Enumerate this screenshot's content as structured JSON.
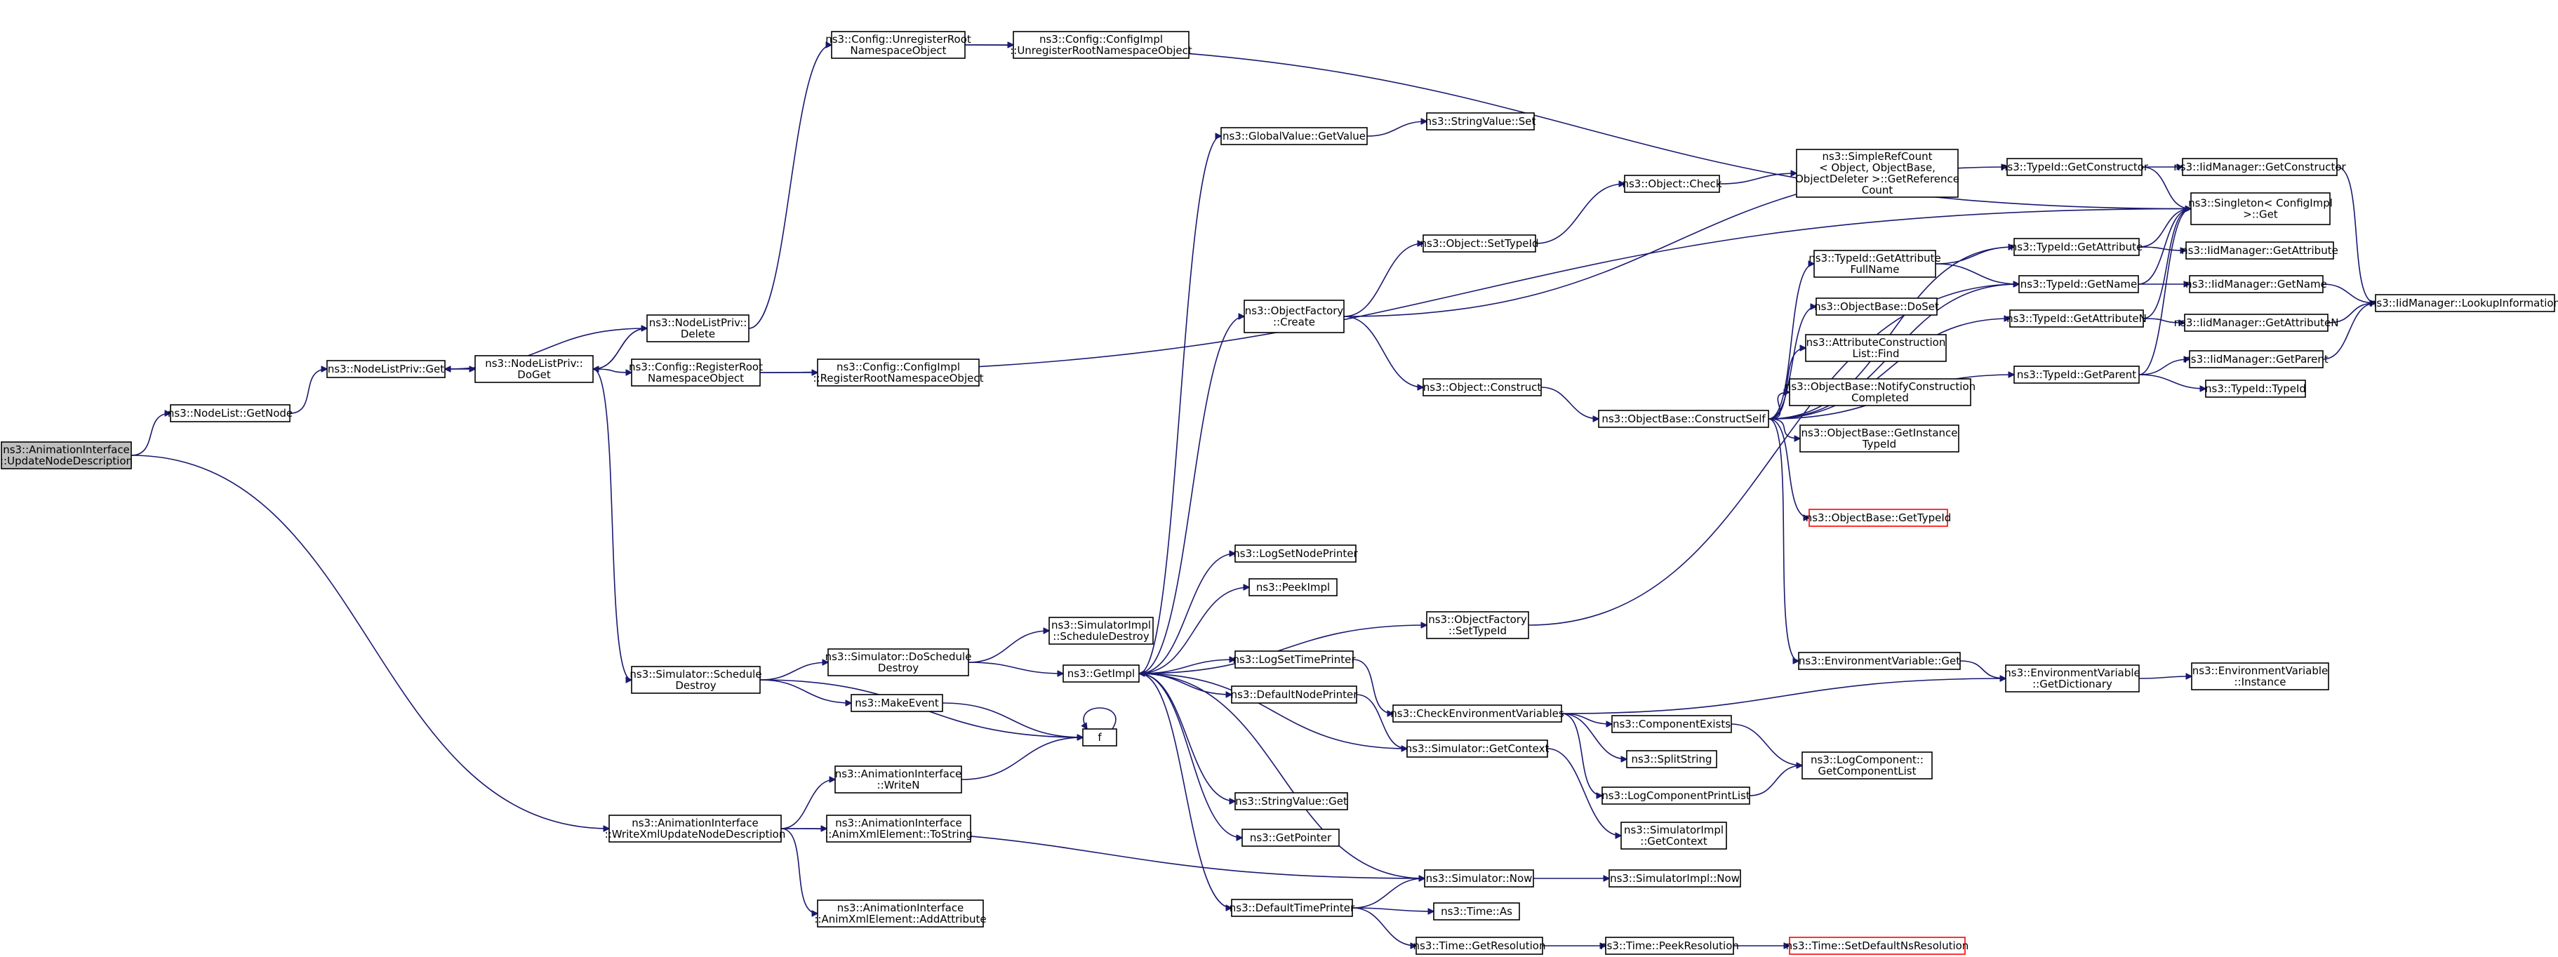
{
  "colors": {
    "edge": "#191970",
    "node_border": "#000000",
    "root_fill": "#bfbfbf",
    "truncated_border": "#ff0000",
    "background": "#ffffff"
  },
  "nodes": [
    {
      "id": "root",
      "label": [
        "ns3::AnimationInterface",
        "::UpdateNodeDescription"
      ],
      "kind": "root"
    },
    {
      "id": "nl_getnode",
      "label": [
        "ns3::NodeList::GetNode"
      ]
    },
    {
      "id": "nlp_get",
      "label": [
        "ns3::NodeListPriv::Get"
      ]
    },
    {
      "id": "nlp_doget",
      "label": [
        "ns3::NodeListPriv::",
        "DoGet"
      ]
    },
    {
      "id": "nlp_delete",
      "label": [
        "ns3::NodeListPriv::",
        "Delete"
      ]
    },
    {
      "id": "cfg_unreg",
      "label": [
        "ns3::Config::UnregisterRoot",
        "NamespaceObject"
      ]
    },
    {
      "id": "cfgimpl_unreg",
      "label": [
        "ns3::Config::ConfigImpl",
        "::UnregisterRootNamespaceObject"
      ]
    },
    {
      "id": "cfg_reg",
      "label": [
        "ns3::Config::RegisterRoot",
        "NamespaceObject"
      ]
    },
    {
      "id": "cfgimpl_reg",
      "label": [
        "ns3::Config::ConfigImpl",
        "::RegisterRootNamespaceObject"
      ]
    },
    {
      "id": "sim_schdestroy",
      "label": [
        "ns3::Simulator::Schedule",
        "Destroy"
      ]
    },
    {
      "id": "sim_doschdestroy",
      "label": [
        "ns3::Simulator::DoSchedule",
        "Destroy"
      ]
    },
    {
      "id": "simimpl_schdestroy",
      "label": [
        "ns3::SimulatorImpl",
        "::ScheduleDestroy"
      ]
    },
    {
      "id": "getimpl",
      "label": [
        "ns3::GetImpl"
      ]
    },
    {
      "id": "makeevent",
      "label": [
        "ns3::MakeEvent"
      ]
    },
    {
      "id": "f",
      "label": [
        "f"
      ]
    },
    {
      "id": "ai_writen",
      "label": [
        "ns3::AnimationInterface",
        "::WriteN"
      ]
    },
    {
      "id": "ai_writexml",
      "label": [
        "ns3::AnimationInterface",
        "::WriteXmlUpdateNodeDescription"
      ]
    },
    {
      "id": "ai_tostring",
      "label": [
        "ns3::AnimationInterface",
        "::AnimXmlElement::ToString"
      ]
    },
    {
      "id": "ai_addattr",
      "label": [
        "ns3::AnimationInterface",
        "::AnimXmlElement::AddAttribute"
      ]
    },
    {
      "id": "gv_getvalue",
      "label": [
        "ns3::GlobalValue::GetValue"
      ]
    },
    {
      "id": "sv_set",
      "label": [
        "ns3::StringValue::Set"
      ]
    },
    {
      "id": "of_create",
      "label": [
        "ns3::ObjectFactory",
        "::Create"
      ]
    },
    {
      "id": "obj_settypeid",
      "label": [
        "ns3::Object::SetTypeId"
      ]
    },
    {
      "id": "obj_check",
      "label": [
        "ns3::Object::Check"
      ]
    },
    {
      "id": "srefcount",
      "label": [
        "ns3::SimpleRefCount",
        "< Object, ObjectBase,",
        "ObjectDeleter >::GetReference",
        "Count"
      ]
    },
    {
      "id": "obj_construct",
      "label": [
        "ns3::Object::Construct"
      ]
    },
    {
      "id": "ob_constructself",
      "label": [
        "ns3::ObjectBase::ConstructSelf"
      ]
    },
    {
      "id": "tid_getattrfullname",
      "label": [
        "ns3::TypeId::GetAttribute",
        "FullName"
      ]
    },
    {
      "id": "ob_doset",
      "label": [
        "ns3::ObjectBase::DoSet"
      ]
    },
    {
      "id": "acl_find",
      "label": [
        "ns3::AttributeConstruction",
        "List::Find"
      ]
    },
    {
      "id": "ob_notify",
      "label": [
        "ns3::ObjectBase::NotifyConstruction",
        "Completed"
      ]
    },
    {
      "id": "ob_getinstancetid",
      "label": [
        "ns3::ObjectBase::GetInstance",
        "TypeId"
      ]
    },
    {
      "id": "ob_gettypeid",
      "label": [
        "ns3::ObjectBase::GetTypeId"
      ],
      "kind": "trunc"
    },
    {
      "id": "ev_get",
      "label": [
        "ns3::EnvironmentVariable::Get"
      ]
    },
    {
      "id": "tid_getconstructor",
      "label": [
        "ns3::TypeId::GetConstructor"
      ]
    },
    {
      "id": "tid_getattribute",
      "label": [
        "ns3::TypeId::GetAttribute"
      ]
    },
    {
      "id": "tid_getname",
      "label": [
        "ns3::TypeId::GetName"
      ]
    },
    {
      "id": "tid_getattributen",
      "label": [
        "ns3::TypeId::GetAttributeN"
      ]
    },
    {
      "id": "tid_getparent",
      "label": [
        "ns3::TypeId::GetParent"
      ]
    },
    {
      "id": "singleton",
      "label": [
        "ns3::Singleton< ConfigImpl",
        " >::Get"
      ]
    },
    {
      "id": "iid_getconstructor",
      "label": [
        "ns3::IidManager::GetConstructor"
      ]
    },
    {
      "id": "iid_getattribute",
      "label": [
        "ns3::IidManager::GetAttribute"
      ]
    },
    {
      "id": "iid_getname",
      "label": [
        "ns3::IidManager::GetName"
      ]
    },
    {
      "id": "iid_getattributen",
      "label": [
        "ns3::IidManager::GetAttributeN"
      ]
    },
    {
      "id": "iid_getparent",
      "label": [
        "ns3::IidManager::GetParent"
      ]
    },
    {
      "id": "tid_typeid",
      "label": [
        "ns3::TypeId::TypeId"
      ]
    },
    {
      "id": "iid_lookup",
      "label": [
        "ns3::IidManager::LookupInformation"
      ]
    },
    {
      "id": "logsetnodeprinter",
      "label": [
        "ns3::LogSetNodePrinter"
      ]
    },
    {
      "id": "peekimpl",
      "label": [
        "ns3::PeekImpl"
      ]
    },
    {
      "id": "of_settypeid",
      "label": [
        "ns3::ObjectFactory",
        "::SetTypeId"
      ]
    },
    {
      "id": "logsettimeprinter",
      "label": [
        "ns3::LogSetTimePrinter"
      ]
    },
    {
      "id": "defaultnodeprinter",
      "label": [
        "ns3::DefaultNodePrinter"
      ]
    },
    {
      "id": "checkenv",
      "label": [
        "ns3::CheckEnvironmentVariables"
      ]
    },
    {
      "id": "sim_getcontext",
      "label": [
        "ns3::Simulator::GetContext"
      ]
    },
    {
      "id": "ev_getdict",
      "label": [
        "ns3::EnvironmentVariable",
        "::GetDictionary"
      ]
    },
    {
      "id": "ev_instance",
      "label": [
        "ns3::EnvironmentVariable",
        "::Instance"
      ]
    },
    {
      "id": "componentexists",
      "label": [
        "ns3::ComponentExists"
      ]
    },
    {
      "id": "splitstring",
      "label": [
        "ns3::SplitString"
      ]
    },
    {
      "id": "logcomp_getlist",
      "label": [
        "ns3::LogComponent::",
        "GetComponentList"
      ]
    },
    {
      "id": "logcompprintlist",
      "label": [
        "ns3::LogComponentPrintList"
      ]
    },
    {
      "id": "simimpl_getcontext",
      "label": [
        "ns3::SimulatorImpl",
        "::GetContext"
      ]
    },
    {
      "id": "sv_get",
      "label": [
        "ns3::StringValue::Get"
      ]
    },
    {
      "id": "getpointer",
      "label": [
        "ns3::GetPointer"
      ]
    },
    {
      "id": "sim_now",
      "label": [
        "ns3::Simulator::Now"
      ]
    },
    {
      "id": "simimpl_now",
      "label": [
        "ns3::SimulatorImpl::Now"
      ]
    },
    {
      "id": "defaulttimeprinter",
      "label": [
        "ns3::DefaultTimePrinter"
      ]
    },
    {
      "id": "time_as",
      "label": [
        "ns3::Time::As"
      ]
    },
    {
      "id": "time_getres",
      "label": [
        "ns3::Time::GetResolution"
      ]
    },
    {
      "id": "time_peekres",
      "label": [
        "ns3::Time::PeekResolution"
      ]
    },
    {
      "id": "time_setdefault",
      "label": [
        "ns3::Time::SetDefaultNsResolution"
      ],
      "kind": "trunc"
    }
  ],
  "edges": [
    [
      "root",
      "nl_getnode"
    ],
    [
      "root",
      "ai_writexml"
    ],
    [
      "nl_getnode",
      "nlp_get"
    ],
    [
      "nlp_get",
      "nlp_doget"
    ],
    [
      "nlp_doget",
      "nlp_delete"
    ],
    [
      "nlp_doget",
      "cfg_reg"
    ],
    [
      "nlp_doget",
      "sim_schdestroy"
    ],
    [
      "nlp_delete",
      "nlp_get"
    ],
    [
      "nlp_delete",
      "nlp_doget"
    ],
    [
      "nlp_delete",
      "cfg_unreg"
    ],
    [
      "cfg_unreg",
      "cfgimpl_unreg"
    ],
    [
      "cfg_unreg",
      "singleton"
    ],
    [
      "cfg_reg",
      "cfgimpl_reg"
    ],
    [
      "cfg_reg",
      "singleton"
    ],
    [
      "sim_schdestroy",
      "sim_doschdestroy"
    ],
    [
      "sim_schdestroy",
      "makeevent"
    ],
    [
      "sim_schdestroy",
      "f"
    ],
    [
      "sim_doschdestroy",
      "simimpl_schdestroy"
    ],
    [
      "sim_doschdestroy",
      "getimpl"
    ],
    [
      "makeevent",
      "f"
    ],
    [
      "f",
      "f"
    ],
    [
      "ai_writen",
      "f"
    ],
    [
      "ai_writexml",
      "ai_writen"
    ],
    [
      "ai_writexml",
      "ai_tostring"
    ],
    [
      "ai_writexml",
      "ai_addattr"
    ],
    [
      "ai_writexml",
      "sim_now"
    ],
    [
      "getimpl",
      "gv_getvalue"
    ],
    [
      "getimpl",
      "of_create"
    ],
    [
      "getimpl",
      "logsetnodeprinter"
    ],
    [
      "getimpl",
      "peekimpl"
    ],
    [
      "getimpl",
      "of_settypeid"
    ],
    [
      "getimpl",
      "logsettimeprinter"
    ],
    [
      "getimpl",
      "defaultnodeprinter"
    ],
    [
      "getimpl",
      "sv_get"
    ],
    [
      "getimpl",
      "getpointer"
    ],
    [
      "getimpl",
      "defaulttimeprinter"
    ],
    [
      "gv_getvalue",
      "sv_set"
    ],
    [
      "of_create",
      "obj_settypeid"
    ],
    [
      "of_create",
      "obj_construct"
    ],
    [
      "of_create",
      "tid_getconstructor"
    ],
    [
      "obj_settypeid",
      "obj_check"
    ],
    [
      "obj_check",
      "srefcount"
    ],
    [
      "obj_construct",
      "ob_constructself"
    ],
    [
      "ob_constructself",
      "tid_getattrfullname"
    ],
    [
      "ob_constructself",
      "ob_doset"
    ],
    [
      "ob_constructself",
      "acl_find"
    ],
    [
      "ob_constructself",
      "ob_notify"
    ],
    [
      "ob_constructself",
      "ob_getinstancetid"
    ],
    [
      "ob_constructself",
      "ob_gettypeid"
    ],
    [
      "ob_constructself",
      "ev_get"
    ],
    [
      "ob_constructself",
      "tid_getattribute"
    ],
    [
      "ob_constructself",
      "tid_getname"
    ],
    [
      "ob_constructself",
      "tid_getattributen"
    ],
    [
      "ob_constructself",
      "tid_getparent"
    ],
    [
      "tid_getattrfullname",
      "tid_getattribute"
    ],
    [
      "tid_getattrfullname",
      "tid_getname"
    ],
    [
      "ev_get",
      "ev_getdict"
    ],
    [
      "tid_getconstructor",
      "singleton"
    ],
    [
      "tid_getconstructor",
      "iid_getconstructor"
    ],
    [
      "tid_getattribute",
      "singleton"
    ],
    [
      "tid_getattribute",
      "iid_getattribute"
    ],
    [
      "tid_getname",
      "singleton"
    ],
    [
      "tid_getname",
      "iid_getname"
    ],
    [
      "tid_getattributen",
      "singleton"
    ],
    [
      "tid_getattributen",
      "iid_getattributen"
    ],
    [
      "tid_getparent",
      "singleton"
    ],
    [
      "tid_getparent",
      "iid_getparent"
    ],
    [
      "tid_getparent",
      "tid_typeid"
    ],
    [
      "iid_getconstructor",
      "iid_lookup"
    ],
    [
      "iid_getname",
      "iid_lookup"
    ],
    [
      "iid_getattributen",
      "iid_lookup"
    ],
    [
      "iid_getparent",
      "iid_lookup"
    ],
    [
      "of_settypeid",
      "tid_getname"
    ],
    [
      "logsettimeprinter",
      "checkenv"
    ],
    [
      "defaultnodeprinter",
      "sim_getcontext"
    ],
    [
      "checkenv",
      "ev_getdict"
    ],
    [
      "checkenv",
      "componentexists"
    ],
    [
      "checkenv",
      "splitstring"
    ],
    [
      "checkenv",
      "logcompprintlist"
    ],
    [
      "sim_getcontext",
      "getimpl"
    ],
    [
      "sim_getcontext",
      "simimpl_getcontext"
    ],
    [
      "ev_getdict",
      "ev_instance"
    ],
    [
      "componentexists",
      "logcomp_getlist"
    ],
    [
      "logcompprintlist",
      "logcomp_getlist"
    ],
    [
      "sim_now",
      "getimpl"
    ],
    [
      "sim_now",
      "simimpl_now"
    ],
    [
      "defaulttimeprinter",
      "sim_now"
    ],
    [
      "defaulttimeprinter",
      "time_as"
    ],
    [
      "defaulttimeprinter",
      "time_getres"
    ],
    [
      "time_getres",
      "time_peekres"
    ],
    [
      "time_peekres",
      "time_setdefault"
    ]
  ]
}
